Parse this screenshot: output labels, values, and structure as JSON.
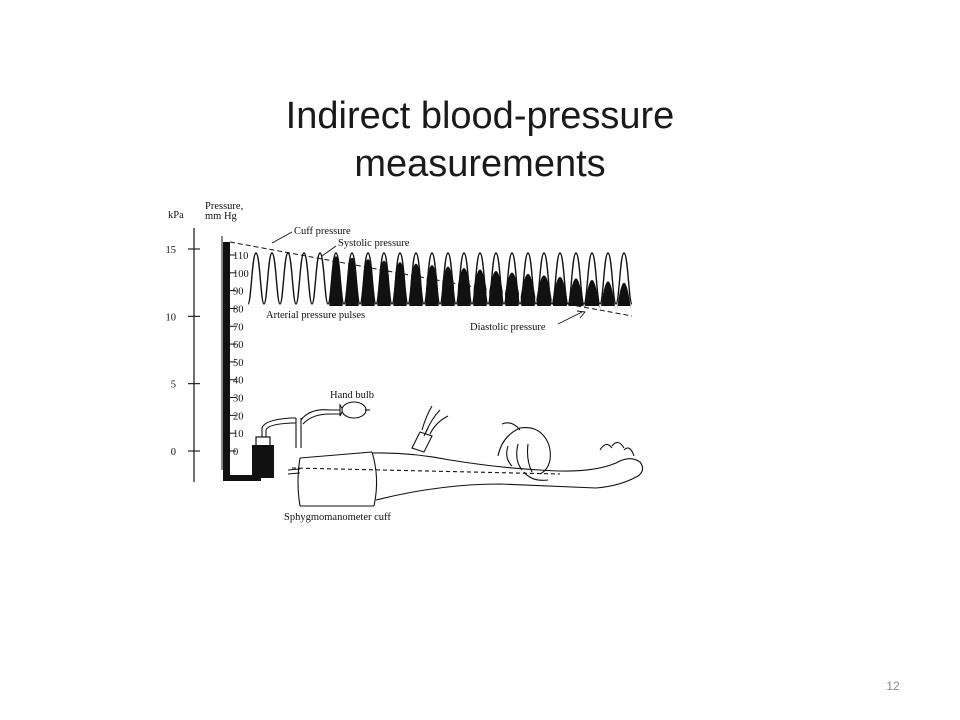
{
  "slide": {
    "title_line1": "Indirect blood-pressure",
    "title_line2": "measurements",
    "page_number": "12"
  },
  "figure": {
    "kpa_label": "kPa",
    "pressure_label_line1": "Pressure,",
    "pressure_label_line2": "mm Hg",
    "kpa_ticks": [
      15,
      10,
      5,
      0
    ],
    "mmhg_ticks": [
      110,
      100,
      90,
      80,
      70,
      60,
      50,
      40,
      30,
      20,
      10,
      0
    ],
    "labels": {
      "cuff_pressure": "Cuff pressure",
      "systolic_pressure": "Systolic pressure",
      "arterial_pulses": "Arterial pressure pulses",
      "diastolic_pressure": "Diastolic pressure",
      "hand_bulb": "Hand bulb",
      "cuff": "Sphygmomanometer cuff"
    }
  }
}
